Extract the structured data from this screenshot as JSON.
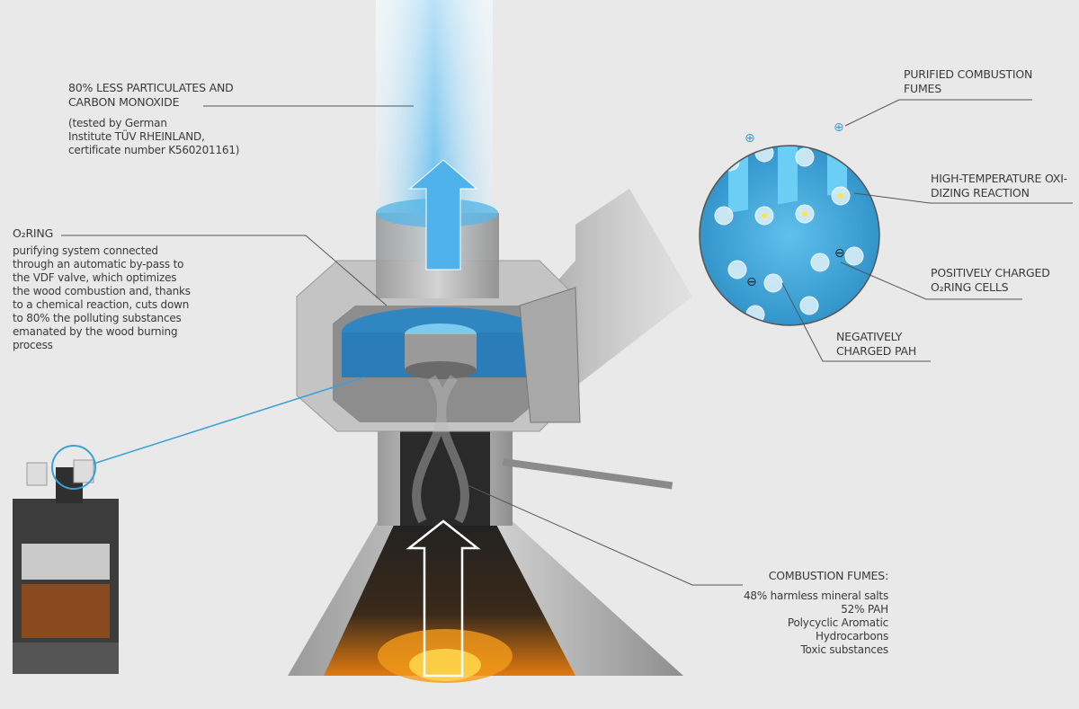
{
  "labels": {
    "emissions": {
      "title_line1": "80% LESS PARTICULATES AND",
      "title_line2": "CARBON MONOXIDE",
      "note_line1": "(tested by German",
      "note_line2": "Institute TÜV RHEINLAND,",
      "note_line3": "certificate number K560201161)"
    },
    "o2ring": {
      "title": "O₂RING",
      "desc": [
        "purifying system connected",
        "through an automatic by-pass to",
        "the VDF valve, which optimizes",
        "the wood combustion and, thanks",
        "to a chemical reaction, cuts down",
        "to 80% the polluting substances",
        "emanated by the wood burning",
        "process"
      ]
    },
    "purified": {
      "line1": "PURIFIED COMBUSTION",
      "line2": "FUMES"
    },
    "oxidizing": {
      "line1": "HIGH-TEMPERATURE OXI-",
      "line2": "DIZING REACTION"
    },
    "positive": {
      "line1": "POSITIVELY CHARGED",
      "line2": "O₂RING CELLS"
    },
    "negative": {
      "line1": "NEGATIVELY",
      "line2": "CHARGED PAH"
    },
    "combustion": {
      "title": "COMBUSTION FUMES:",
      "lines": [
        "48% harmless mineral salts",
        "52% PAH",
        "Polycyclic Aromatic",
        "Hydrocarbons",
        "Toxic substances"
      ]
    }
  },
  "colors": {
    "background": "#e9e9e9",
    "accent_blue": "#3aa0d8",
    "metal": "#b9b9b9"
  }
}
